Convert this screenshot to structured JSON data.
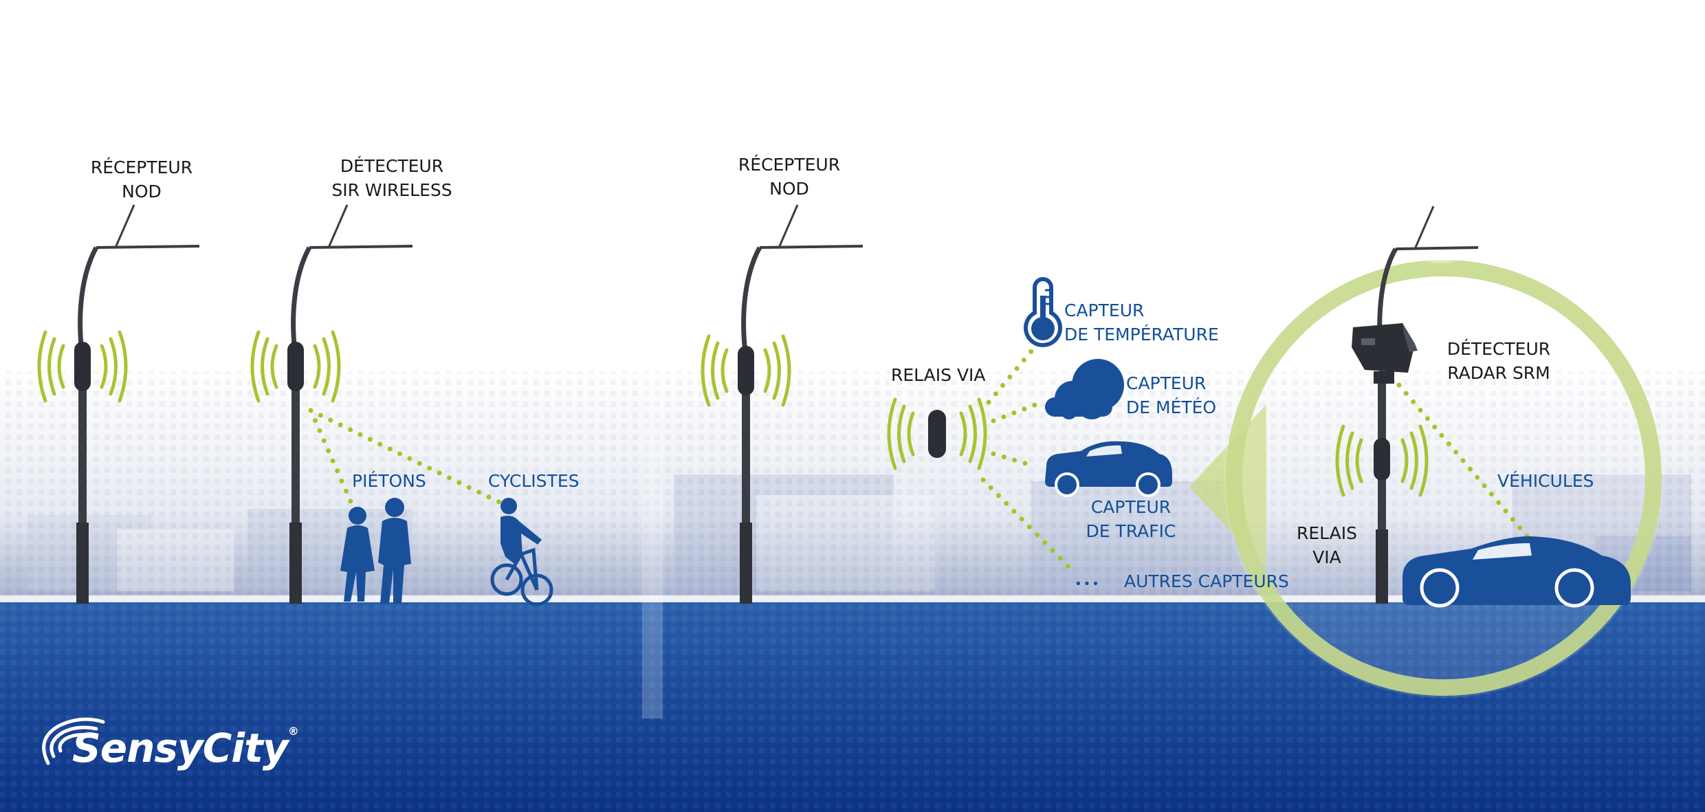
{
  "labels": {
    "receiver1": [
      "RÉCEPTEUR",
      "NOD"
    ],
    "detector_sir": [
      "DÉTECTEUR",
      "SIR WIRELESS"
    ],
    "receiver2": [
      "RÉCEPTEUR",
      "NOD"
    ],
    "relay_via": "RELAIS VIA",
    "pedestrians": "PIÉTONS",
    "cyclists": "CYCLISTES",
    "temp_sensor": [
      "CAPTEUR",
      "DE TEMPÉRATURE"
    ],
    "weather_sensor": [
      "CAPTEUR",
      "DE MÉTÉO"
    ],
    "traffic_sensor": [
      "CAPTEUR",
      "DE TRAFIC"
    ],
    "other_sensors_dots": "•••",
    "other_sensors": "AUTRES CAPTEURS",
    "radar_detector": [
      "DÉTECTEUR",
      "RADAR SRM"
    ],
    "vehicles": "VÉHICULES",
    "relay_via_zoom": [
      "RELAIS",
      "VIA"
    ]
  },
  "logo": {
    "name_a": "Sensy",
    "name_b": "City",
    "mark": "®"
  },
  "colors": {
    "accent_green": "#a6c431",
    "dot_green": "#a3c526",
    "brand_blue": "#124f99",
    "ground_blue": "#1c4c9a",
    "label_dark": "#1a1a1a"
  },
  "icons": [
    "street-lamp-icon",
    "wifi-wave-icon",
    "pedestrian-icon",
    "cyclist-icon",
    "thermometer-icon",
    "cloud-icon",
    "car-icon",
    "radar-camera-icon"
  ]
}
